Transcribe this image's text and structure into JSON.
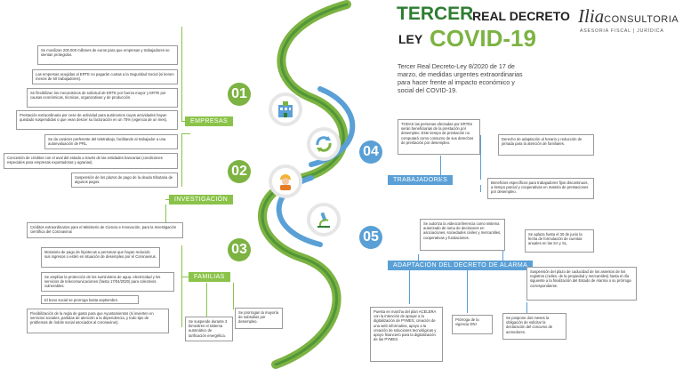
{
  "header": {
    "tercer": "TERCER",
    "real_decreto": "REAL DECRETO",
    "ley": "LEY",
    "covid": "COVID-19",
    "intro": "Tercer Real Decreto-Ley 8/2020 de 17 de marzo, de medidas urgentes extraordinarias para hacer frente al impacto económico y social del COVID-19."
  },
  "brand": {
    "name_main": "Ilia",
    "name_sub": "CONSULTORIA",
    "tagline": "ASESORIA FISCAL | JURÍDICA"
  },
  "colors": {
    "green": "#8bc34a",
    "blue": "#5aa0d6",
    "dark_green": "#2e7d32",
    "gray": "#9a9a9a"
  },
  "sections": [
    {
      "number": "01",
      "label": "EMPRESAS",
      "icon": "building-icon"
    },
    {
      "number": "02",
      "label": "INVESTIGACIÓN",
      "icon": "worker-icon"
    },
    {
      "number": "03",
      "label": "FAMILIAS",
      "icon": "microscope-icon"
    },
    {
      "number": "04",
      "label": "TRABAJADORES",
      "icon": "recycle-icon"
    },
    {
      "number": "05",
      "label": "ADAPTACIÓN DEL DECRETO DE ALARMA",
      "icon": ""
    }
  ],
  "empresas": [
    "Se movilizan 200.000 millones de euros para que empresas y trabajadores se sientan protegidos.",
    "Las empresas acogidas al ERTE no pagarán cuotas a la Seguridad Social (si tienen menos de 50 trabajadores).",
    "Se flexibilizan los mecanismos de solicitud de ERTE por fuerza mayor y ERTE por causas económicas, técnicas, organizativas y de producción.",
    "Prestación extraordinaria por cese de actividad para autónomos cuyas actividades hayan quedado suspendidas o que vean descer su facturación en un 75% (vigencia de un mes).",
    "Se da carácter preferente del teletrabajo, facilitando al trabajador a una autoevaluación de PRL.",
    "Concesión de créditos con el aval del estado a través de las entidades bancarias (condiciones especiales para empresas exportadoras y agrarias).",
    "Suspensión de los plazos de pago de la deuda tributaria de algunos pagos."
  ],
  "investigacion": [
    "Créditos extraordinarios para el Ministerio de Ciencia e Innovación, para la Investigación científica del Coronavirus"
  ],
  "familias": [
    "Moratoria de pago de hipotecas a personas que hayan reducido sus ingresos o estén en situación de desempleo por el Coronavirus.",
    "Se amplían la protección de los suministros de agua, electricidad y los servicios de telecomunicaciones (hasta 17/04/2020) para colectivos vulnerables.",
    "El bono social se prorroga hasta septiembre.",
    "Flexibilización de la regla de gasto para que Ayuntamientos (si invierten en servicios sociales, partidas de atención a la dependencia, y todo tipo de problemas de índole social asociados al coronavirus).",
    "Se suspende durante 3 bimestres el sistema automático de tarificación energética.",
    "Se prorrogan la mayoría de subsidios por desempleo."
  ],
  "trabajadores": [
    "TODAS las personas afectadas por ERTEs serán beneficiarias de la prestación por desempleo. Este tiempo de prestación no computará como consumo de sus derechos de prestación por desempleo.",
    "Derecho de adaptación al horario y reducción de jornada para la atención de familiares.",
    "Beneficios específicos para trabajadores fijos discontinuos, a tiempo parcial y cooperativas en materia de prestaciones por desempleo."
  ],
  "alarma": [
    "Se autoriza la videoconferencia como sistema autorizado de toma de decisiones en asociaciones, sociedades civiles y mercantiles, cooperativas y fundaciones.",
    "Se aplaza hasta el 30 de junio la fecha de formulación de cuentas anuales en las SA y SL.",
    "Suspensión del plazo de caducidad de los asientos de los registros (civiles, de la propiedad y mercantiles) hasta el día siguiente a la finalización del Estado de Alarma o su prórroga correspondiente.",
    "Puesta en marcha del plan ACELERA con la intención de apoyar a la digitalización de PYMES, creación de una web informativa, apoyo a la creación de soluciones tecnológicas y apoyo financiero para la digitalización de las PYMES.",
    "Prórroga de la vigencia DNI",
    "Se pospone dos meses la obligación de solicitar la declaración del concurso de acreedores."
  ]
}
